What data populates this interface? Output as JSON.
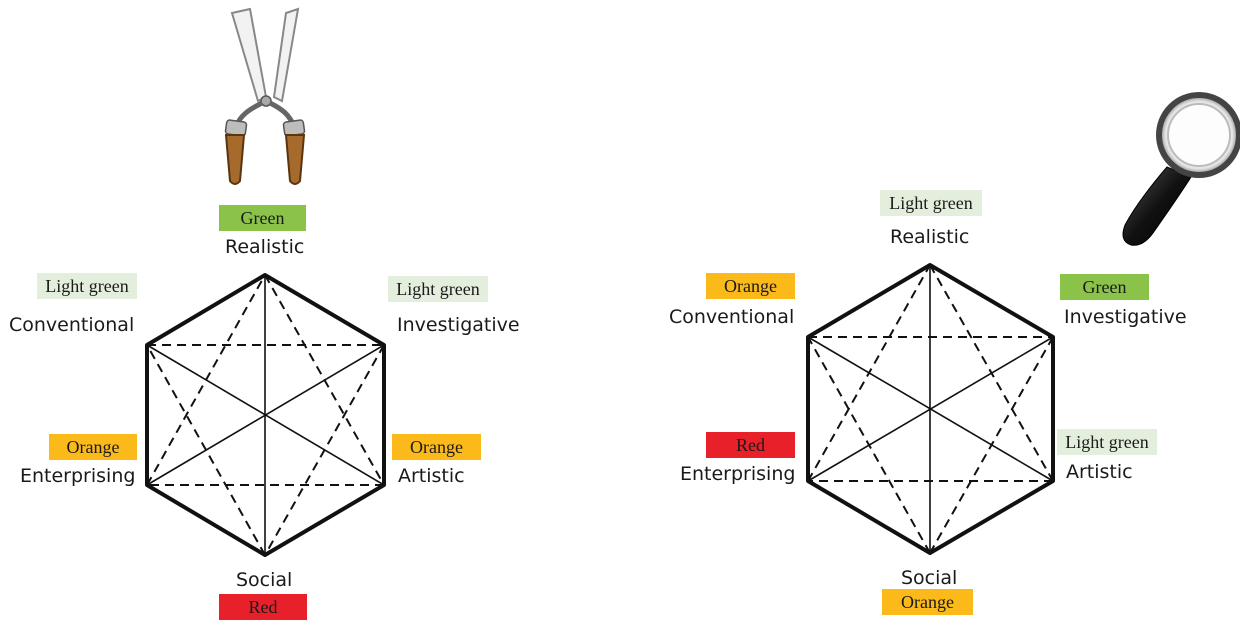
{
  "colors": {
    "Green": "#8bc34a",
    "Light green": "#e4eedd",
    "Orange": "#fbb91a",
    "Red": "#e8202a"
  },
  "left": {
    "icon": "hedge-shears-icon",
    "labels": {
      "realistic": "Realistic",
      "investigative": "Investigative",
      "artistic": "Artistic",
      "social": "Social",
      "enterprising": "Enterprising",
      "conventional": "Conventional"
    },
    "badges": {
      "realistic": "Green",
      "investigative": "Light green",
      "artistic": "Orange",
      "social": "Red",
      "enterprising": "Orange",
      "conventional": "Light green"
    }
  },
  "right": {
    "icon": "magnifying-glass-icon",
    "labels": {
      "realistic": "Realistic",
      "investigative": "Investigative",
      "artistic": "Artistic",
      "social": "Social",
      "enterprising": "Enterprising",
      "conventional": "Conventional"
    },
    "badges": {
      "realistic": "Light green",
      "investigative": "Green",
      "artistic": "Light green",
      "social": "Orange",
      "enterprising": "Red",
      "conventional": "Orange"
    }
  }
}
